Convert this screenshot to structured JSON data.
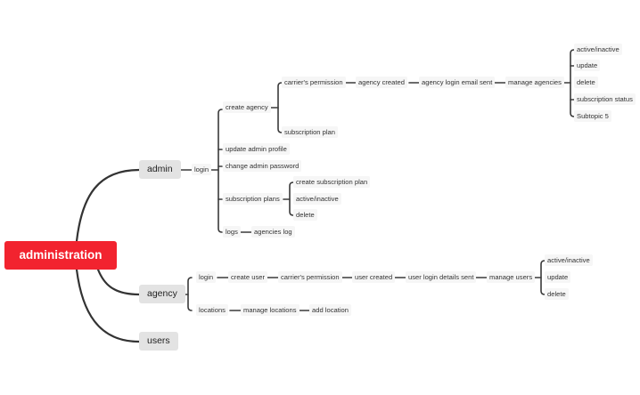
{
  "colors": {
    "root": "#f2232f",
    "major": "#e3e3e3",
    "line": "#333333"
  },
  "root": "administration",
  "admin": {
    "label": "admin",
    "login": "login",
    "create_agency": "create agency",
    "carriers_permission": "carrier's permission",
    "agency_created": "agency created",
    "agency_login_email_sent": "agency login email sent",
    "manage_agencies": "manage agencies",
    "manage_agencies_children": [
      "active/inactive",
      "update",
      "delete",
      "subscription status",
      "Subtopic 5"
    ],
    "subscription_plan": "subscription plan",
    "update_admin_profile": "update admin profile",
    "change_admin_password": "change admin password",
    "subscription_plans": "subscription plans",
    "subscription_plans_children": [
      "create subscription plan",
      "active/inactive",
      "delete"
    ],
    "logs": "logs",
    "agencies_log": "agencies log"
  },
  "agency": {
    "label": "agency",
    "login": "login",
    "create_user": "create user",
    "carriers_permission": "carrier's permission",
    "user_created": "user created",
    "user_login_details_sent": "user login details sent",
    "manage_users": "manage users",
    "manage_users_children": [
      "active/inactive",
      "update",
      "delete"
    ],
    "locations": "locations",
    "manage_locations": "manage locations",
    "add_location": "add location"
  },
  "users": {
    "label": "users"
  }
}
